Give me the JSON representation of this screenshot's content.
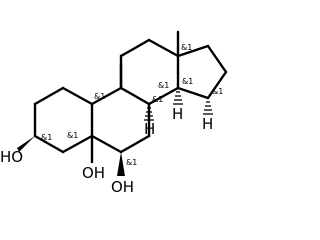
{
  "molecule": {
    "hydroxyl_labels": [
      "HO",
      "OH",
      "OH"
    ],
    "hydrogen_labels": [
      "H",
      "H",
      "H"
    ],
    "stereo_marks": [
      "&1",
      "&1",
      "&1",
      "&1",
      "&1",
      "&1",
      "&1",
      "&1",
      "&1"
    ]
  }
}
